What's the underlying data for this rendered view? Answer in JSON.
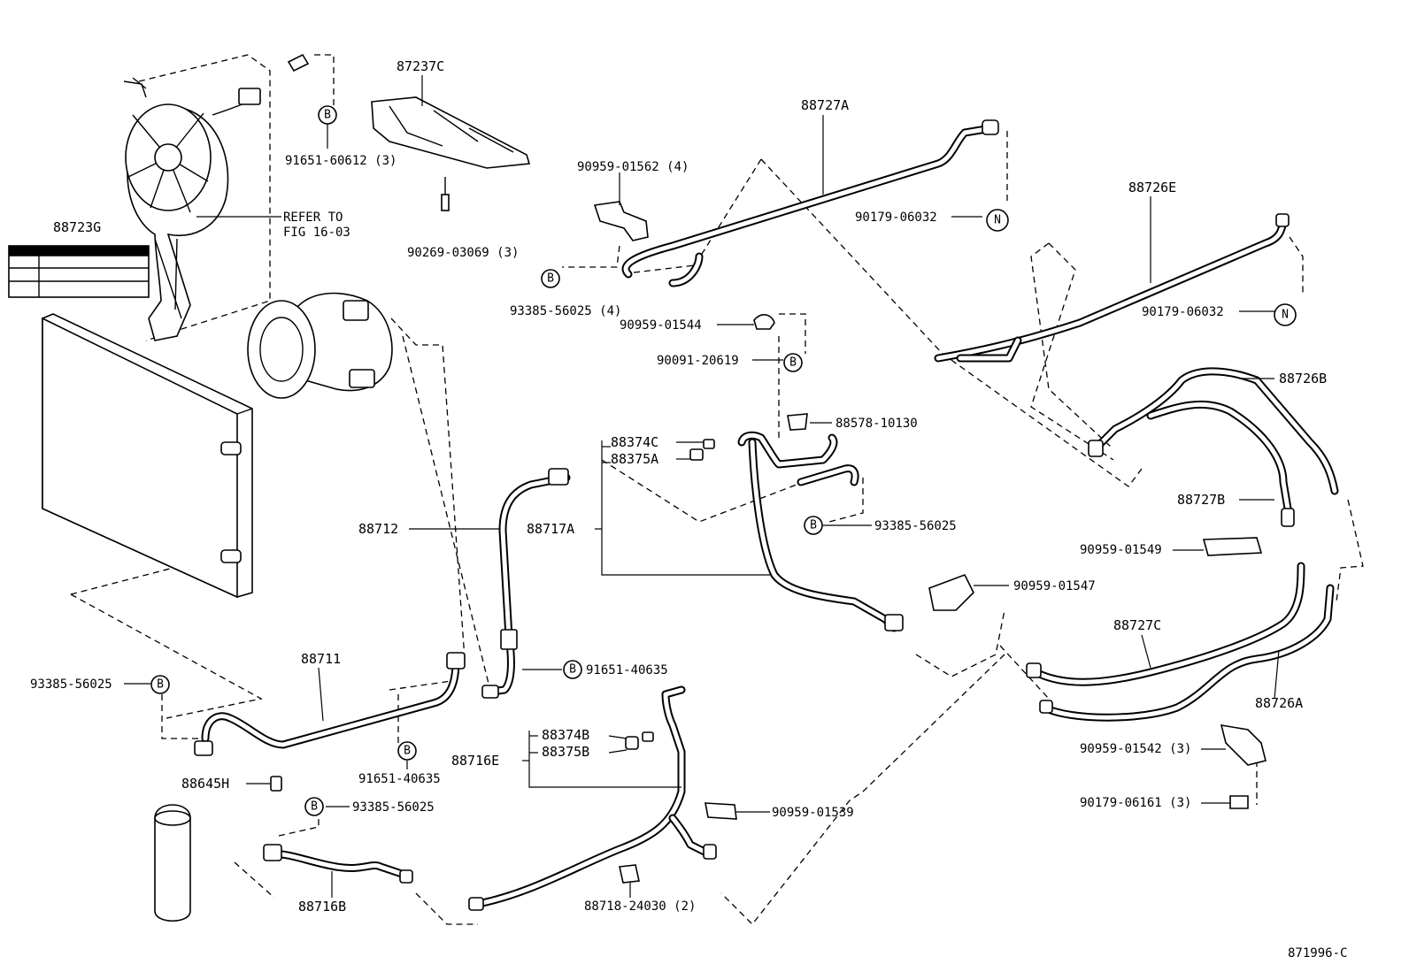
{
  "diagram_id": "871996-C",
  "labels": {
    "l_88723G": "88723G",
    "l_91651_60612": "91651-60612 (3)",
    "l_87237C": "87237C",
    "l_90269_03069": "90269-03069 (3)",
    "l_refer1": "REFER TO",
    "l_refer2": "FIG 16-03",
    "l_88727A": "88727A",
    "l_90959_01562": "90959-01562 (4)",
    "l_93385_56025_4": "93385-56025 (4)",
    "l_90179_06032_a": "90179-06032",
    "l_88726E": "88726E",
    "l_90179_06032_b": "90179-06032",
    "l_90959_01544": "90959-01544",
    "l_90091_20619": "90091-20619",
    "l_88578_10130": "88578-10130",
    "l_88374C": "88374C",
    "l_88375A": "88375A",
    "l_88712": "88712",
    "l_88717A": "88717A",
    "l_93385_56025_c": "93385-56025",
    "l_88726B": "88726B",
    "l_88727B": "88727B",
    "l_90959_01549": "90959-01549",
    "l_90959_01547": "90959-01547",
    "l_88727C": "88727C",
    "l_88726A": "88726A",
    "l_88711": "88711",
    "l_93385_56025_l": "93385-56025",
    "l_91651_40635_a": "91651-40635",
    "l_88374B": "88374B",
    "l_88375B": "88375B",
    "l_88716E": "88716E",
    "l_91651_40635_b": "91651-40635",
    "l_88645H": "88645H",
    "l_93385_56025_b": "93385-56025",
    "l_90959_01542": "90959-01542 (3)",
    "l_90179_06161": "90179-06161 (3)",
    "l_90959_01539": "90959-01539",
    "l_88716B": "88716B",
    "l_88718_24030": "88718-24030 (2)"
  },
  "markers": {
    "bolt": "B",
    "nut": "N"
  }
}
